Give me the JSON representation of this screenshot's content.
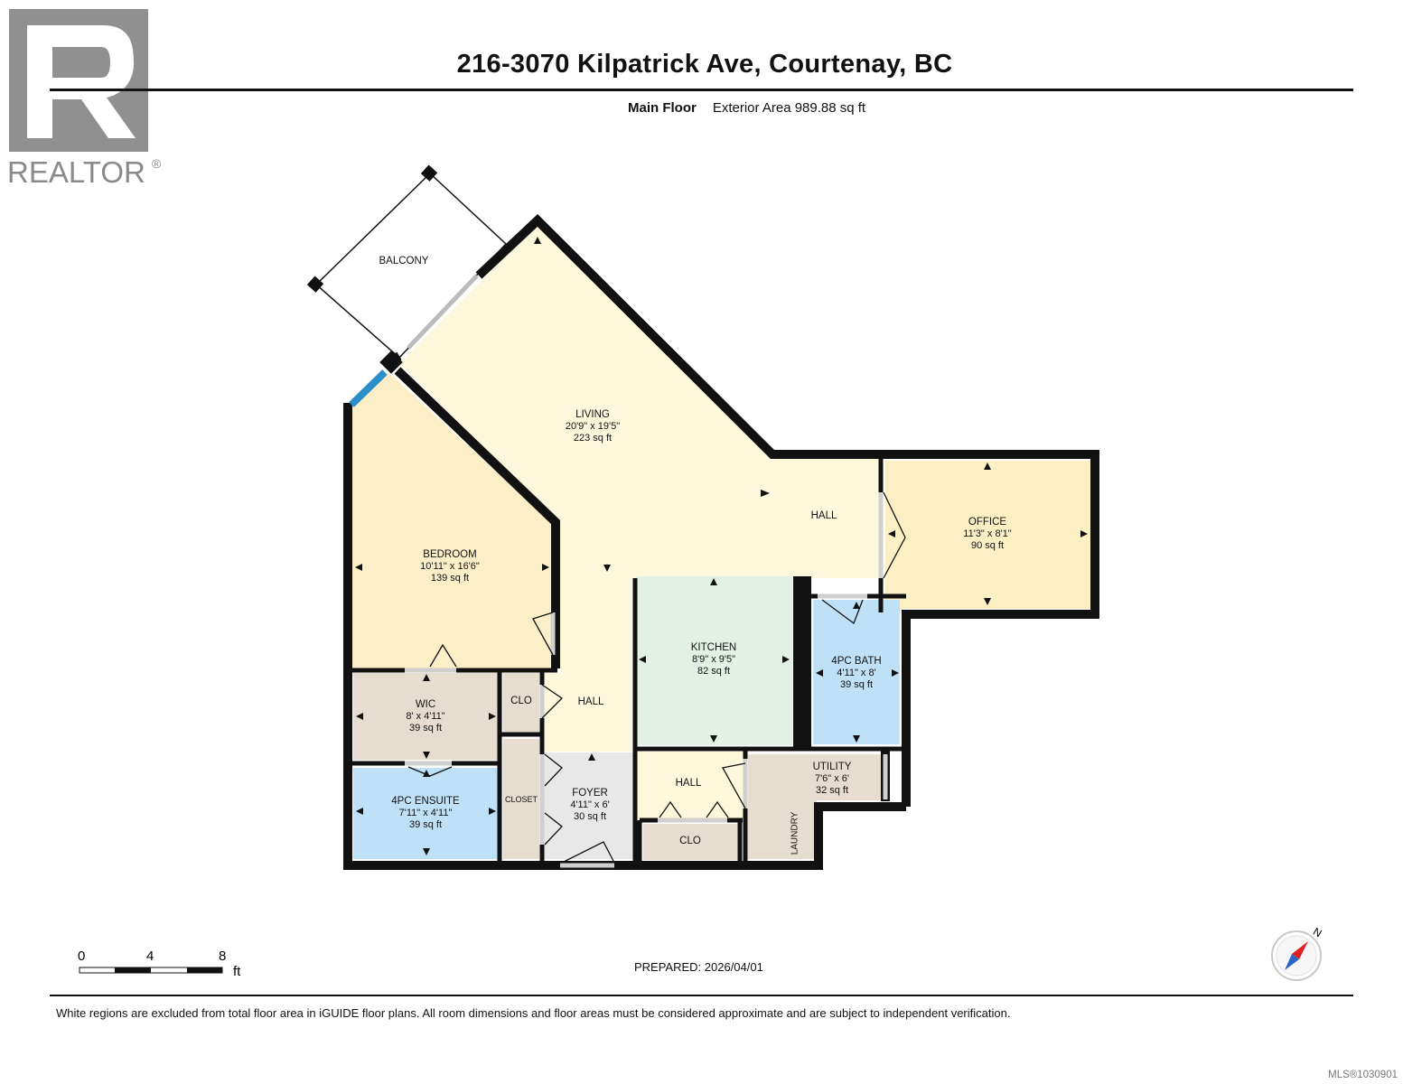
{
  "logo": {
    "text": "REALTOR",
    "registered": "®"
  },
  "title": "216-3070 Kilpatrick Ave, Courtenay, BC",
  "subtitle": {
    "floor": "Main Floor",
    "area": "Exterior Area 989.88 sq ft"
  },
  "rooms": {
    "balcony": {
      "name": "BALCONY"
    },
    "living": {
      "name": "LIVING",
      "dims": "20'9\" x 19'5\"",
      "area": "223 sq ft"
    },
    "bedroom": {
      "name": "BEDROOM",
      "dims": "10'11\" x 16'6\"",
      "area": "139 sq ft"
    },
    "office": {
      "name": "OFFICE",
      "dims": "11'3\" x 8'1\"",
      "area": "90 sq ft"
    },
    "kitchen": {
      "name": "KITCHEN",
      "dims": "8'9\" x 9'5\"",
      "area": "82 sq ft"
    },
    "bath": {
      "name": "4PC BATH",
      "dims": "4'11\" x 8'",
      "area": "39 sq ft"
    },
    "wic": {
      "name": "WIC",
      "dims": "8' x 4'11\"",
      "area": "39 sq ft"
    },
    "ensuite": {
      "name": "4PC ENSUITE",
      "dims": "7'11\" x 4'11\"",
      "area": "39 sq ft"
    },
    "foyer": {
      "name": "FOYER",
      "dims": "4'11\" x 6'",
      "area": "30 sq ft"
    },
    "utility": {
      "name": "UTILITY",
      "dims": "7'6\" x 6'",
      "area": "32 sq ft"
    },
    "hall_upper": {
      "name": "HALL"
    },
    "hall_mid": {
      "name": "HALL"
    },
    "hall_lower": {
      "name": "HALL"
    },
    "clo_upper": {
      "name": "CLO"
    },
    "clo_lower": {
      "name": "CLO"
    },
    "closet": {
      "name": "CLOSET"
    },
    "laundry": {
      "name": "LAUNDRY"
    }
  },
  "colors": {
    "living": "#fdf7dc",
    "bedroom": "#fcefc8",
    "office": "#fcefc3",
    "kitchen": "#e3f1e5",
    "bath": "#bfe1f8",
    "closet": "#e6ddd0",
    "foyer": "#e8e8e8",
    "wall": "#111111"
  },
  "scale": {
    "ticks": [
      "0",
      "4",
      "8"
    ],
    "unit": "ft"
  },
  "prepared": "PREPARED: 2026/04/01",
  "compass": {
    "label": "N"
  },
  "disclaimer": "White regions are excluded from total floor area in iGUIDE floor plans. All room dimensions and floor areas must be considered approximate and are subject to independent verification.",
  "mls": "MLS®1030901"
}
